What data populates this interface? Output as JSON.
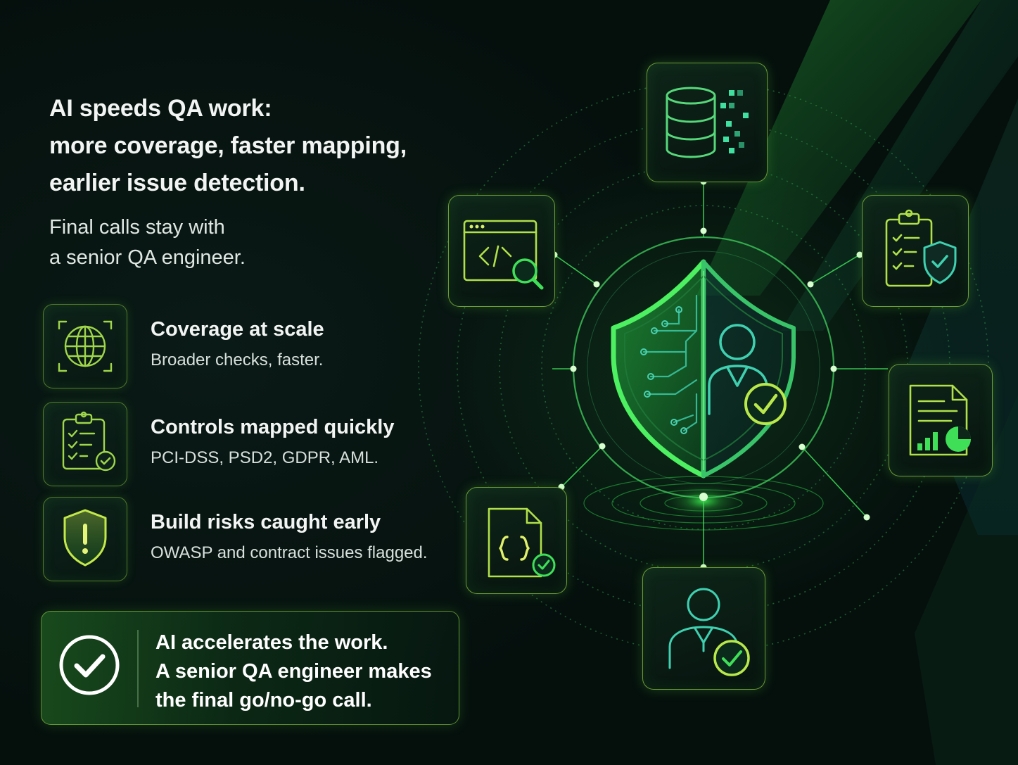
{
  "headline": {
    "line1": "AI speeds QA work:",
    "line2": "more coverage, faster mapping,",
    "line3": "earlier issue detection."
  },
  "subheadline": {
    "line1": "Final calls stay with",
    "line2": "a senior QA engineer."
  },
  "features": [
    {
      "icon": "globe-icon",
      "title": "Coverage at scale",
      "subtitle": "Broader checks, faster."
    },
    {
      "icon": "clipboard-check-icon",
      "title": "Controls mapped quickly",
      "subtitle": "PCI-DSS, PSD2, GDPR, AML."
    },
    {
      "icon": "shield-alert-icon",
      "title": "Build risks caught early",
      "subtitle": "OWASP and contract issues flagged."
    }
  ],
  "callout": {
    "icon": "check-circle-icon",
    "line1": "AI accelerates the work.",
    "line2": "A senior QA engineer makes",
    "line3": "the final go/no-go call."
  },
  "diagram": {
    "center_icon": "shield-ai-human-icon",
    "nodes": [
      "database-icon",
      "code-inspect-icon",
      "clipboard-shield-icon",
      "report-chart-icon",
      "code-file-check-icon",
      "engineer-approval-icon"
    ]
  },
  "colors": {
    "background": "#05100d",
    "accent_green": "#39e04a",
    "lime": "#b4e04a",
    "teal": "#3fd0b0"
  }
}
